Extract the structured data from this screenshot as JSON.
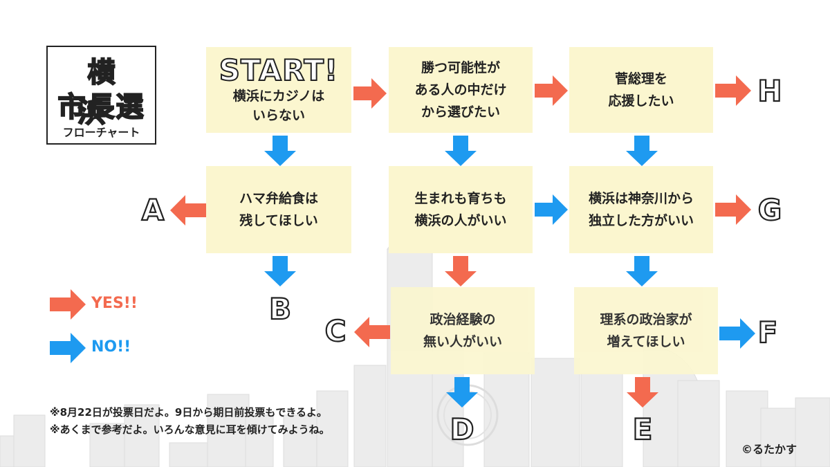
{
  "title": {
    "line1": "横浜",
    "line2": "市長選",
    "line3": "フローチャート"
  },
  "nodes": {
    "start": {
      "headline": "START!",
      "line1": "横浜にカジノは",
      "line2": "いらない"
    },
    "q2": {
      "line1": "勝つ可能性が",
      "line2": "ある人の中だけ",
      "line3": "から選びたい"
    },
    "q3": {
      "line1": "菅総理を",
      "line2": "応援したい"
    },
    "q4": {
      "line1": "ハマ弁給食は",
      "line2": "残してほしい"
    },
    "q5": {
      "line1": "生まれも育ちも",
      "line2": "横浜の人がいい"
    },
    "q6": {
      "line1": "横浜は神奈川から",
      "line2": "独立した方がいい"
    },
    "q7": {
      "line1": "政治経験の",
      "line2": "無い人がいい"
    },
    "q8": {
      "line1": "理系の政治家が",
      "line2": "増えてほしい"
    }
  },
  "results": {
    "a": "A",
    "b": "B",
    "c": "C",
    "d": "D",
    "e": "E",
    "f": "F",
    "g": "G",
    "h": "H"
  },
  "legend": {
    "yes": "YES!!",
    "no": "NO!!"
  },
  "colors": {
    "yes": "#f36a4f",
    "no": "#1e9af0",
    "node_bg": "#fbf6cf",
    "skyline": "#e8e8e8"
  },
  "notes": {
    "line1": "※8月22日が投票日だよ。9日から期日前投票もできるよ。",
    "line2": "※あくまで参考だよ。いろんな意見に耳を傾けてみようね。"
  },
  "credit": "©るたかす"
}
